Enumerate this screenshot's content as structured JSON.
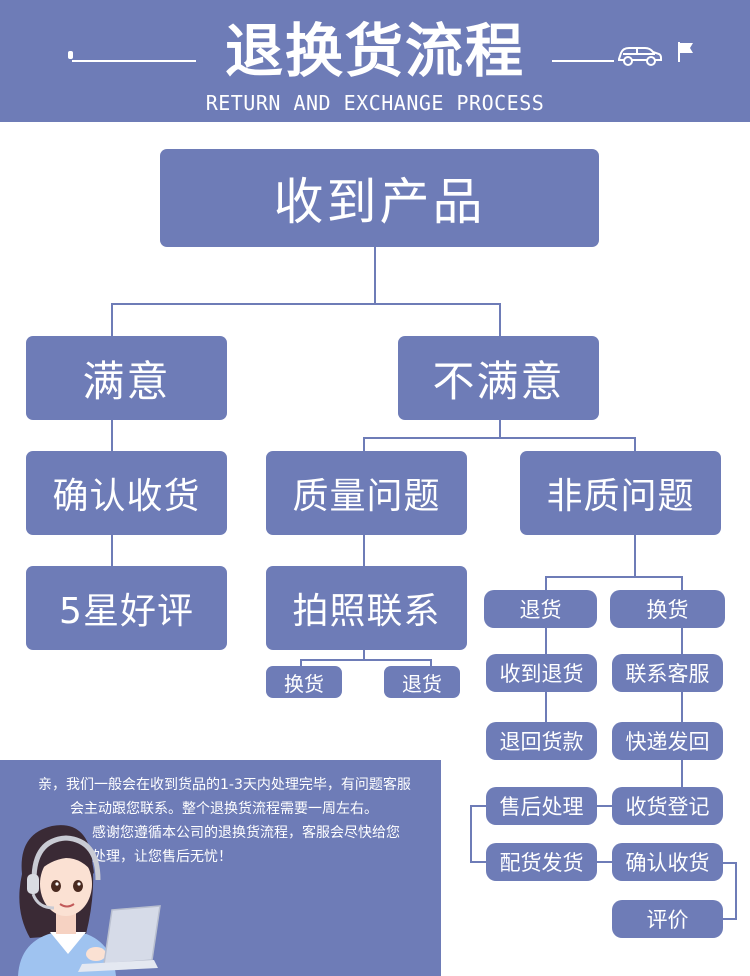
{
  "header": {
    "title": "退换货流程",
    "subtitle": "RETURN AND EXCHANGE PROCESS"
  },
  "nodes": {
    "receive": "收到产品",
    "satisfied": "满意",
    "unsatisfied": "不满意",
    "confirm_receipt": "确认收货",
    "five_star": "5星好评",
    "quality_issue": "质量问题",
    "non_quality_issue": "非质问题",
    "photo_contact": "拍照联系",
    "quality_exchange": "换货",
    "quality_return": "退货",
    "nq_return": "退货",
    "nq_exchange": "换货",
    "receive_return": "收到退货",
    "refund": "退回货款",
    "after_sales": "售后处理",
    "pick_ship": "配货发货",
    "contact_service": "联系客服",
    "express_back": "快递发回",
    "receipt_register": "收货登记",
    "confirm_receipt_2": "确认收货",
    "review": "评价"
  },
  "note": {
    "line1": "亲，我们一般会在收到货品的1-3天内处理完毕，有问题客服",
    "line2": "会主动跟您联系。整个退换货流程需要一周左右。",
    "line3": "感谢您遵循本公司的退换货流程，客服会尽快给您",
    "line4": "处理，让您售后无忧！"
  },
  "colors": {
    "primary": "#6e7cb7",
    "text_on_primary": "#ffffff"
  },
  "icons": [
    "car-icon",
    "flag-icon",
    "customer-service-avatar-icon"
  ]
}
